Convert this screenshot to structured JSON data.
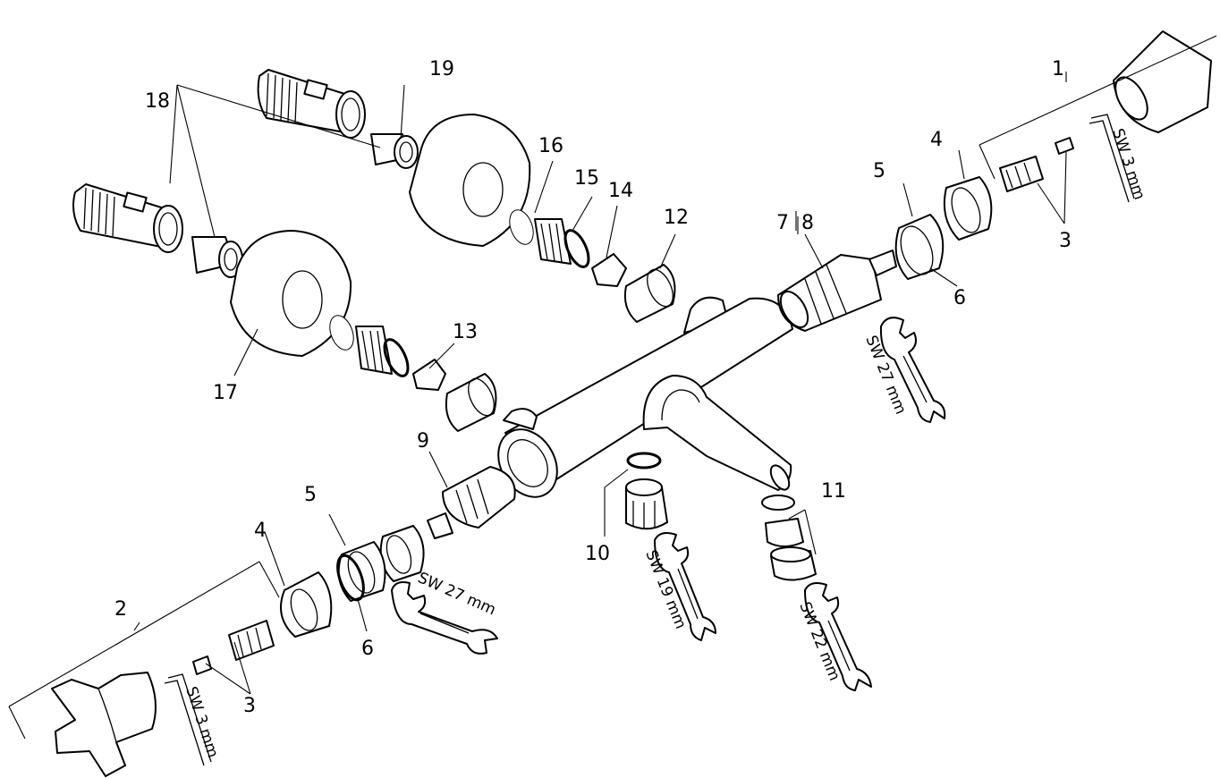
{
  "labels": {
    "p1": "1",
    "p2": "2",
    "p3a": "3",
    "p3b": "3",
    "p4a": "4",
    "p4b": "4",
    "p5a": "5",
    "p5b": "5",
    "p6a": "6",
    "p6b": "6",
    "p7": "7",
    "p8": "8",
    "p9": "9",
    "p10": "10",
    "p11": "11",
    "p12": "12",
    "p13": "13",
    "p14": "14",
    "p15": "15",
    "p16": "16",
    "p17": "17",
    "p18": "18",
    "p19": "19"
  },
  "tools": {
    "hex_key_top": "SW 3 mm",
    "hex_key_bottom": "SW 3 mm",
    "wrench_right": "SW 27 mm",
    "wrench_left": "SW 27 mm",
    "wrench_spout": "SW 19 mm",
    "wrench_aerator": "SW 22 mm"
  }
}
